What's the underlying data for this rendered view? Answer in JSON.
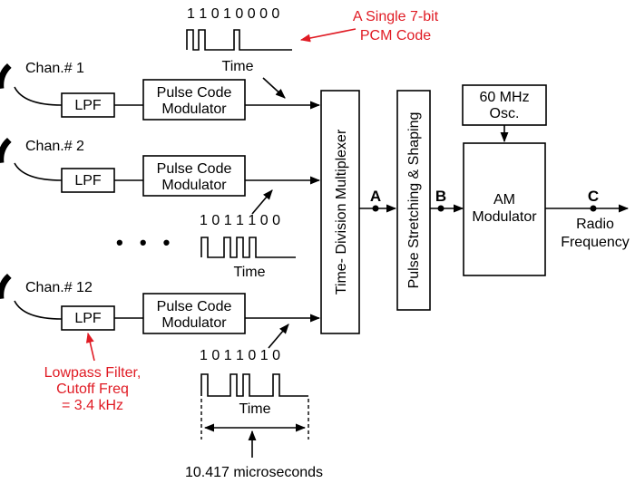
{
  "channels": [
    {
      "label": "Chan.# 1"
    },
    {
      "label": "Chan.# 2"
    },
    {
      "label": "Chan.# 12"
    }
  ],
  "lpf_label": "LPF",
  "pcm_label_line1": "Pulse Code",
  "pcm_label_line2": "Modulator",
  "ellipsis": "• • •",
  "codes": [
    {
      "bits": "1 1 0 1 0 0 0 0",
      "time_label": "Time"
    },
    {
      "bits": "1 0 1 1 1 0 0",
      "time_label": "Time"
    },
    {
      "bits": "1 0 1 1 0 1 0",
      "time_label": "Time"
    }
  ],
  "annotation_pcm": {
    "line1": "A Single 7-bit",
    "line2": "PCM Code"
  },
  "annotation_lpf": {
    "line1": "Lowpass Filter,",
    "line2": "Cutoff Freq",
    "line3": "= 3.4 kHz"
  },
  "tdm_label": "Time- Division Multiplexer",
  "stretch_label": "Pulse Stretching & Shaping",
  "osc_label_line1": "60 MHz",
  "osc_label_line2": "Osc.",
  "am_label_line1": "AM",
  "am_label_line2": "Modulator",
  "node_a": "A",
  "node_b": "B",
  "node_c": "C",
  "rf_label_line1": "Radio",
  "rf_label_line2": "Frequency",
  "period_label": "10.417  microseconds",
  "colors": {
    "annotation": "#e01b24",
    "line": "#000000"
  }
}
